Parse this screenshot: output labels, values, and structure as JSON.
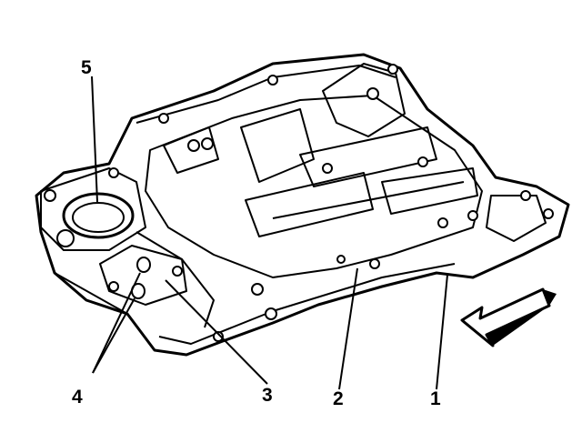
{
  "figure": {
    "callouts": {
      "c1": "1",
      "c2": "2",
      "c3": "3",
      "c4": "4",
      "c5": "5"
    },
    "line_color": "#000000",
    "background": "#ffffff"
  }
}
